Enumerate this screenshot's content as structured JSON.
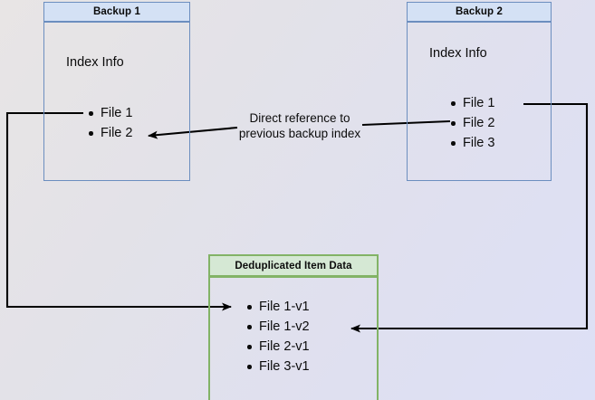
{
  "diagram": {
    "title_hidden": "",
    "background": {
      "gradient_from": "#e8e5e5",
      "gradient_to": "#dde0f6"
    },
    "colors": {
      "blue_border": "#6c8ebf",
      "blue_fill": "#d4e1f5",
      "green_border": "#82b366",
      "green_fill": "#d5e8d4",
      "edge": "#000000",
      "text": "#0b0b0b"
    },
    "nodes": [
      {
        "id": "backup1",
        "header": "Backup 1",
        "body_title": "Index Info",
        "items": [
          "File 1",
          "File 2"
        ]
      },
      {
        "id": "backup2",
        "header": "Backup 2",
        "body_title": "Index Info",
        "items": [
          "File 1",
          "File 2",
          "File 3"
        ]
      },
      {
        "id": "dedup",
        "header": "Deduplicated Item Data",
        "body_title": "",
        "items": [
          "File 1-v1",
          "File 1-v2",
          "File 2-v1",
          "File 3-v1"
        ]
      }
    ],
    "edge_label": "Direct reference to\nprevious backup index"
  }
}
